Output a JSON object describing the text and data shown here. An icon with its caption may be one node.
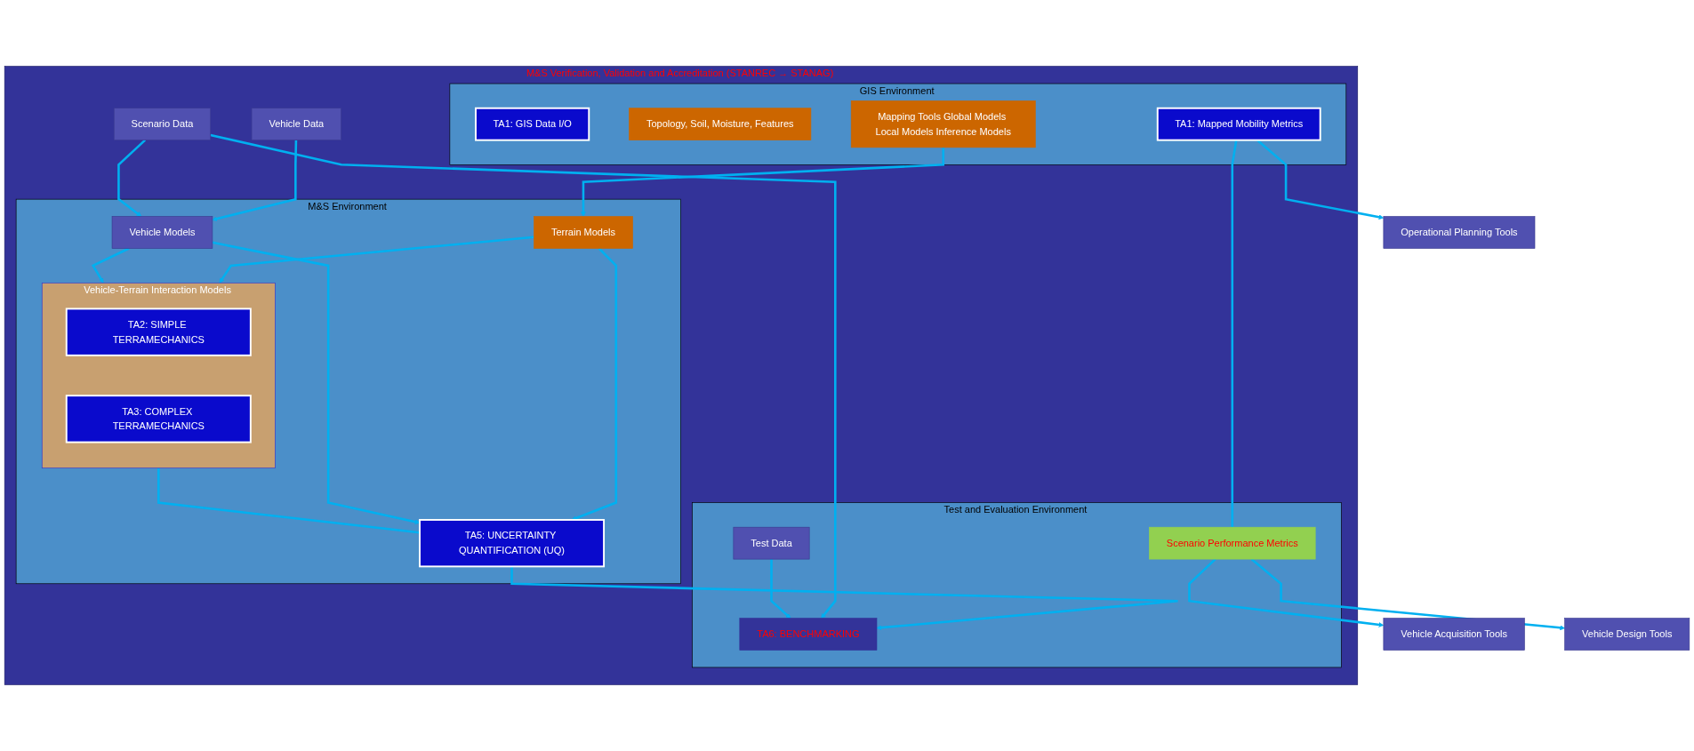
{
  "diagram": {
    "nodes": [
      {
        "text": [
          "M&S Verification, Validation and Accreditation (STANREC → STANAG)"
        ]
      },
      {
        "text": [
          "GIS Environment"
        ],
        "in": 0
      },
      {
        "text": [
          "TA1: GIS Data I/O"
        ],
        "in": 1
      },
      {
        "text": [
          "Topology, Soil, Moisture, Features"
        ],
        "in": 1
      },
      {
        "text": [
          "Mapping Tools Global Models Local Models Inference Models"
        ],
        "in": 1
      },
      {
        "text": [
          "TA1: Mapped Mobility Metrics"
        ],
        "in": 1
      },
      {
        "text": [
          "M&S Environment"
        ],
        "in": 0
      },
      {
        "text": [
          "Terrain Models"
        ],
        "in": 6
      },
      {
        "text": [
          "Vehicle-Terrain Interaction Models"
        ],
        "in": 6
      },
      {
        "text": [
          "TA2: SIMPLE TERRAMECHANICS"
        ],
        "in": 8
      },
      {
        "text": [
          "TA3: COMPLEX TERRAMECHANICS"
        ],
        "in": 8
      },
      {
        "text": [
          "TA5: UNCERTAINTY QUANTIFICATION (UQ)"
        ],
        "in": 6
      },
      {
        "text": [
          "Vehicle Models"
        ],
        "in": 6
      },
      {
        "text": [
          "Vehicle Data"
        ],
        "in": 0
      },
      {
        "text": [
          "Scenario Data"
        ],
        "in": 0
      },
      {
        "text": [
          "Test and Evaluation Environment"
        ],
        "in": 0
      },
      {
        "text": [
          "TA6: BENCHMARKING"
        ],
        "in": 15
      },
      {
        "text": [
          "Scenario Performance Metrics"
        ],
        "in": 15
      },
      {
        "text": [
          "Test Data"
        ],
        "in": 15
      },
      {
        "text": [
          "Operational Planning Tools"
        ]
      },
      {
        "text": [
          "Vehicle Acquisition Tools"
        ]
      },
      {
        "text": [
          "Vehicle Design Tools"
        ]
      }
    ],
    "edges": [
      {
        "from": 4,
        "to": 7,
        "arrow": "to"
      },
      {
        "from": 7,
        "to": 8,
        "arrow": "to"
      },
      {
        "from": 7,
        "to": 11,
        "arrow": "to"
      },
      {
        "from": 12,
        "to": 8,
        "arrow": "to"
      },
      {
        "from": 12,
        "to": 11,
        "arrow": "to"
      },
      {
        "from": 13,
        "to": 12,
        "arrow": "to"
      },
      {
        "from": 14,
        "to": 12,
        "arrow": "to"
      },
      {
        "from": 8,
        "to": 11,
        "arrow": "none"
      },
      {
        "from": 11,
        "to": 16,
        "arrow": "to"
      },
      {
        "from": 14,
        "to": 16,
        "arrow": "to"
      },
      {
        "from": 18,
        "to": 16,
        "arrow": "to"
      },
      {
        "from": 5,
        "to": 17,
        "arrow": "none"
      },
      {
        "from": 5,
        "to": 19,
        "arrow": "to"
      },
      {
        "from": 17,
        "to": 21,
        "arrow": "to"
      },
      {
        "from": 17,
        "to": 20,
        "arrow": "to"
      }
    ]
  }
}
